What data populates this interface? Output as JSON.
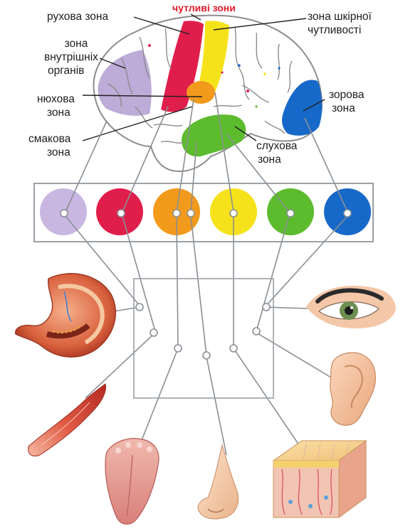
{
  "labels": {
    "motor_zone": "рухова зона",
    "sensory_zones": "чутливі зони",
    "skin_sensitivity_zone_line1": "зона шкірної",
    "skin_sensitivity_zone_line2": "чутливості",
    "internal_organs_zone_line1": "зона",
    "internal_organs_zone_line2": "внутрішніх",
    "internal_organs_zone_line3": "органів",
    "olfactory_zone_line1": "нюхова",
    "olfactory_zone_line2": "зона",
    "gustatory_zone_line1": "смакова",
    "gustatory_zone_line2": "зона",
    "visual_zone_line1": "зорова",
    "visual_zone_line2": "зона",
    "auditory_zone_line1": "слухова",
    "auditory_zone_line2": "зона"
  },
  "colors": {
    "internal_organs": "#b9a6d6",
    "motor": "#e01e4b",
    "olfactory": "#f29a1c",
    "skin": "#f6e21a",
    "gustatory": "#5dbb2e",
    "visual": "#1769c9",
    "panel_border": "#9aa0a6",
    "line": "#8a8f94"
  },
  "receptor_circles": [
    "internal-organs",
    "motor",
    "olfactory-gustatory",
    "skin",
    "auditory",
    "visual"
  ],
  "organs": [
    "stomach",
    "muscle",
    "tongue",
    "nose",
    "skin-section",
    "eye",
    "ear"
  ]
}
